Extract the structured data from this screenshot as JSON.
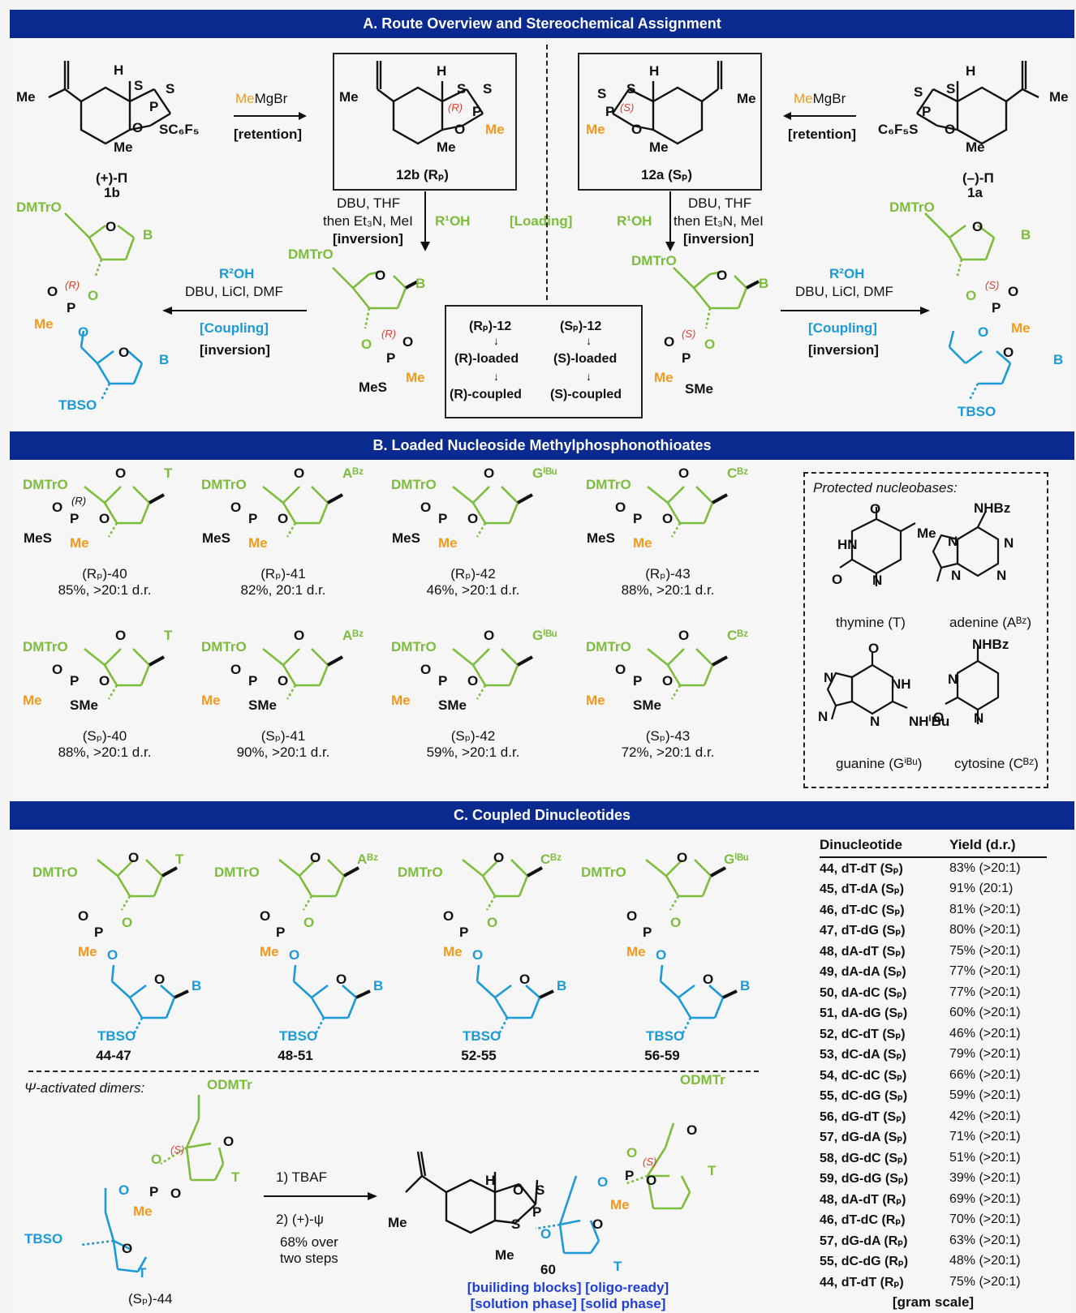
{
  "sections": {
    "a_title": "A. Route Overview and Stereochemical Assignment",
    "b_title": "B. Loaded Nucleoside Methylphosphonothioates",
    "c_title": "C. Coupled Dinucleotides"
  },
  "route": {
    "left_reagent_me": "Me",
    "left_reagent_rest": "MgBr",
    "retention": "[retention]",
    "inversion": "[inversion]",
    "loading_conditions_1": "DBU, THF",
    "loading_conditions_2": "then Et₃N, MeI",
    "r1oh": "R¹OH",
    "r2oh": "R²OH",
    "loading": "[Loading]",
    "coupling": "[Coupling]",
    "coupling_conditions": "DBU, LiCl, DMF",
    "reagent_1b_name": "(+)-Π",
    "reagent_1b_num": "1b",
    "reagent_1a_name": "(–)-Π",
    "reagent_1a_num": "1a",
    "p12b": "12b (Rₚ)",
    "p12a": "12a (Sₚ)",
    "summary": [
      [
        "(Rₚ)-12",
        "(Sₚ)-12"
      ],
      [
        "(R)-loaded",
        "(S)-loaded"
      ],
      [
        "(R)-coupled",
        "(S)-coupled"
      ]
    ]
  },
  "labels": {
    "me": "Me",
    "h": "H",
    "s": "S",
    "o": "O",
    "p": "P",
    "b": "B",
    "dmtro": "DMTrO",
    "tbso": "TBSO",
    "mes": "MeS",
    "sme": "SMe",
    "sc6f5": "SC₆F₅",
    "c6f5s": "C₆F₅S",
    "r": "(R)",
    "s_stereo": "(S)",
    "odmtr": "ODMTr",
    "t": "T"
  },
  "loaded": {
    "rp": [
      {
        "base": "T",
        "label": "(Rₚ)-40",
        "yield": "85%, >20:1 d.r."
      },
      {
        "base": "Aᴮᶻ",
        "label": "(Rₚ)-41",
        "yield": "82%, 20:1 d.r."
      },
      {
        "base": "Gⁱᴮᵘ",
        "label": "(Rₚ)-42",
        "yield": "46%, >20:1 d.r."
      },
      {
        "base": "Cᴮᶻ",
        "label": "(Rₚ)-43",
        "yield": "88%, >20:1 d.r."
      }
    ],
    "sp": [
      {
        "base": "T",
        "label": "(Sₚ)-40",
        "yield": "88%, >20:1 d.r."
      },
      {
        "base": "Aᴮᶻ",
        "label": "(Sₚ)-41",
        "yield": "90%, >20:1 d.r."
      },
      {
        "base": "Gⁱᴮᵘ",
        "label": "(Sₚ)-42",
        "yield": "59%, >20:1 d.r."
      },
      {
        "base": "Cᴮᶻ",
        "label": "(Sₚ)-43",
        "yield": "72%, >20:1 d.r."
      }
    ]
  },
  "nucleobases": {
    "title": "Protected nucleobases:",
    "items": [
      "thymine (T)",
      "adenine (Aᴮᶻ)",
      "guanine (Gⁱᴮᵘ)",
      "cytosine (Cᴮᶻ)"
    ],
    "nhbz": "NHBz",
    "hn": "HN",
    "nh": "NH",
    "nhibu": "NHⁱBu",
    "n": "N"
  },
  "coupled": [
    {
      "base": "T",
      "label": "44-47"
    },
    {
      "base": "Aᴮᶻ",
      "label": "48-51"
    },
    {
      "base": "Cᴮᶻ",
      "label": "52-55"
    },
    {
      "base": "Gⁱᴮᵘ",
      "label": "56-59"
    }
  ],
  "activated": {
    "title": "Ψ-activated dimers:",
    "step1": "1) TBAF",
    "step2": "2) (+)-ψ",
    "yield1": "68% over",
    "yield2": "two steps",
    "start": "(Sₚ)-44",
    "product": "60",
    "tags1": "[builiding blocks] [oligo-ready]",
    "tags2": "[solution phase] [solid phase]"
  },
  "table": {
    "headers": [
      "Dinucleotide",
      "Yield (d.r.)"
    ],
    "rows": [
      [
        "44, dT-dT (Sₚ)",
        "83% (>20:1)"
      ],
      [
        "45, dT-dA (Sₚ)",
        "91% (20:1)"
      ],
      [
        "46, dT-dC (Sₚ)",
        "81% (>20:1)"
      ],
      [
        "47, dT-dG (Sₚ)",
        "80% (>20:1)"
      ],
      [
        "48, dA-dT (Sₚ)",
        "75% (>20:1)"
      ],
      [
        "49, dA-dA (Sₚ)",
        "77% (>20:1)"
      ],
      [
        "50, dA-dC (Sₚ)",
        "77% (>20:1)"
      ],
      [
        "51, dA-dG (Sₚ)",
        "60% (>20:1)"
      ],
      [
        "52, dC-dT (Sₚ)",
        "46% (>20:1)"
      ],
      [
        "53, dC-dA (Sₚ)",
        "79% (>20:1)"
      ],
      [
        "54, dC-dC (Sₚ)",
        "66% (>20:1)"
      ],
      [
        "55, dC-dG (Sₚ)",
        "59% (>20:1)"
      ],
      [
        "56, dG-dT (Sₚ)",
        "42% (>20:1)"
      ],
      [
        "57, dG-dA (Sₚ)",
        "71% (>20:1)"
      ],
      [
        "58, dG-dC (Sₚ)",
        "51% (>20:1)"
      ],
      [
        "59, dG-dG (Sₚ)",
        "39% (>20:1)"
      ],
      [
        "48, dA-dT (Rₚ)",
        "69% (>20:1)"
      ],
      [
        "46, dT-dC (Rₚ)",
        "70% (>20:1)"
      ],
      [
        "57, dG-dA (Rₚ)",
        "63% (>20:1)"
      ],
      [
        "55, dC-dG (Rₚ)",
        "48% (>20:1)"
      ],
      [
        "44, dT-dT (Rₚ)",
        "75% (>20:1)"
      ]
    ],
    "footer": "[gram scale]"
  }
}
